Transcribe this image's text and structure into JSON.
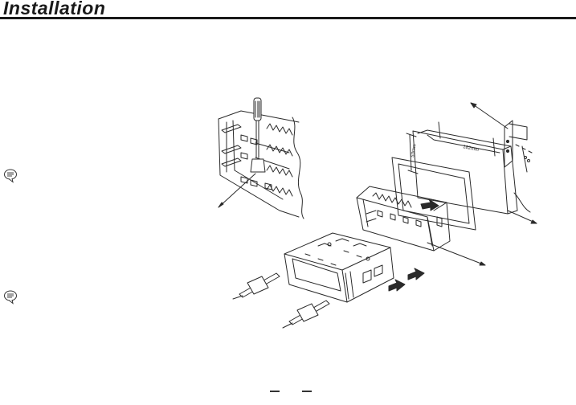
{
  "page": {
    "title": "Installation"
  },
  "notes": [
    {
      "icon": "note-icon"
    },
    {
      "icon": "note-icon"
    }
  ],
  "diagram": {
    "dimension_labels": {
      "width": "182mm",
      "height": "53mm"
    }
  }
}
